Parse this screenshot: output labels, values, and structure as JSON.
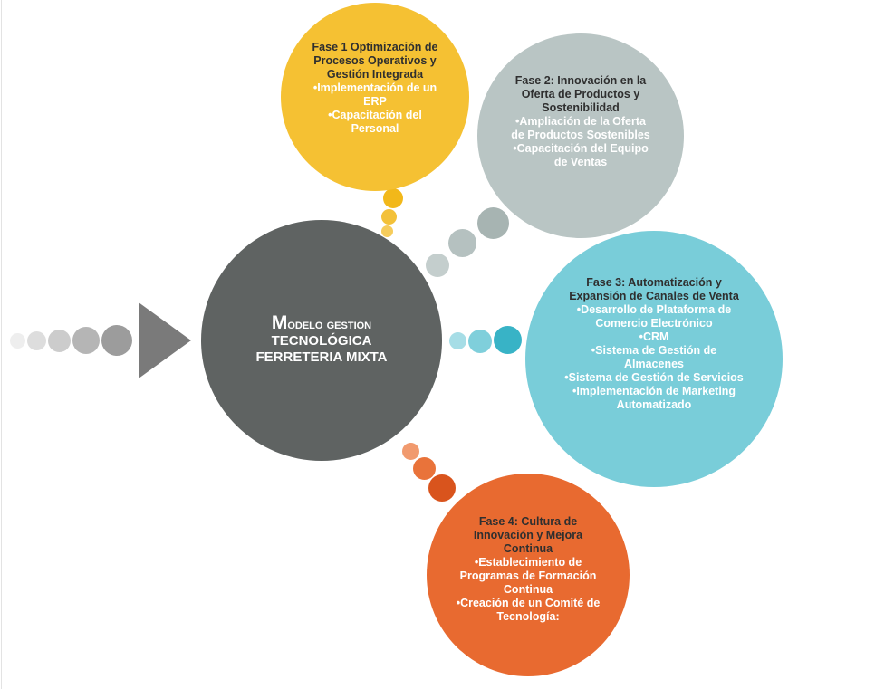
{
  "center": {
    "title_line1": "Modelo gestion",
    "title_line2": "TECNOLÓGICA",
    "title_line3": "FERRETERIA MIXTA"
  },
  "phase1": {
    "title": "Fase 1 Optimización de Procesos Operativos y Gestión Integrada",
    "items": [
      "Implementación de un ERP",
      "Capacitación del Personal"
    ]
  },
  "phase2": {
    "title": "Fase 2: Innovación en la Oferta de Productos y Sostenibilidad",
    "items": [
      "Ampliación de la Oferta de Productos Sostenibles",
      "Capacitación del Equipo de Ventas"
    ]
  },
  "phase3": {
    "title": "Fase 3: Automatización y Expansión de Canales de Venta",
    "items": [
      "Desarrollo de Plataforma de Comercio Electrónico",
      "CRM",
      "Sistema de Gestión de Almacenes",
      "Sistema de Gestión de Servicios",
      "Implementación de Marketing Automatizado"
    ]
  },
  "phase4": {
    "title": "Fase 4: Cultura de Innovación y Mejora Continua",
    "items": [
      "Establecimiento de Programas de Formación Continua",
      "Creación de un Comité de Tecnología:"
    ]
  },
  "colors": {
    "center": "#5f6362",
    "phase1": "#f5c133",
    "phase2": "#b9c5c4",
    "phase3": "#79cdd9",
    "phase4": "#e86a30",
    "arrow": "#7a7a7a"
  }
}
